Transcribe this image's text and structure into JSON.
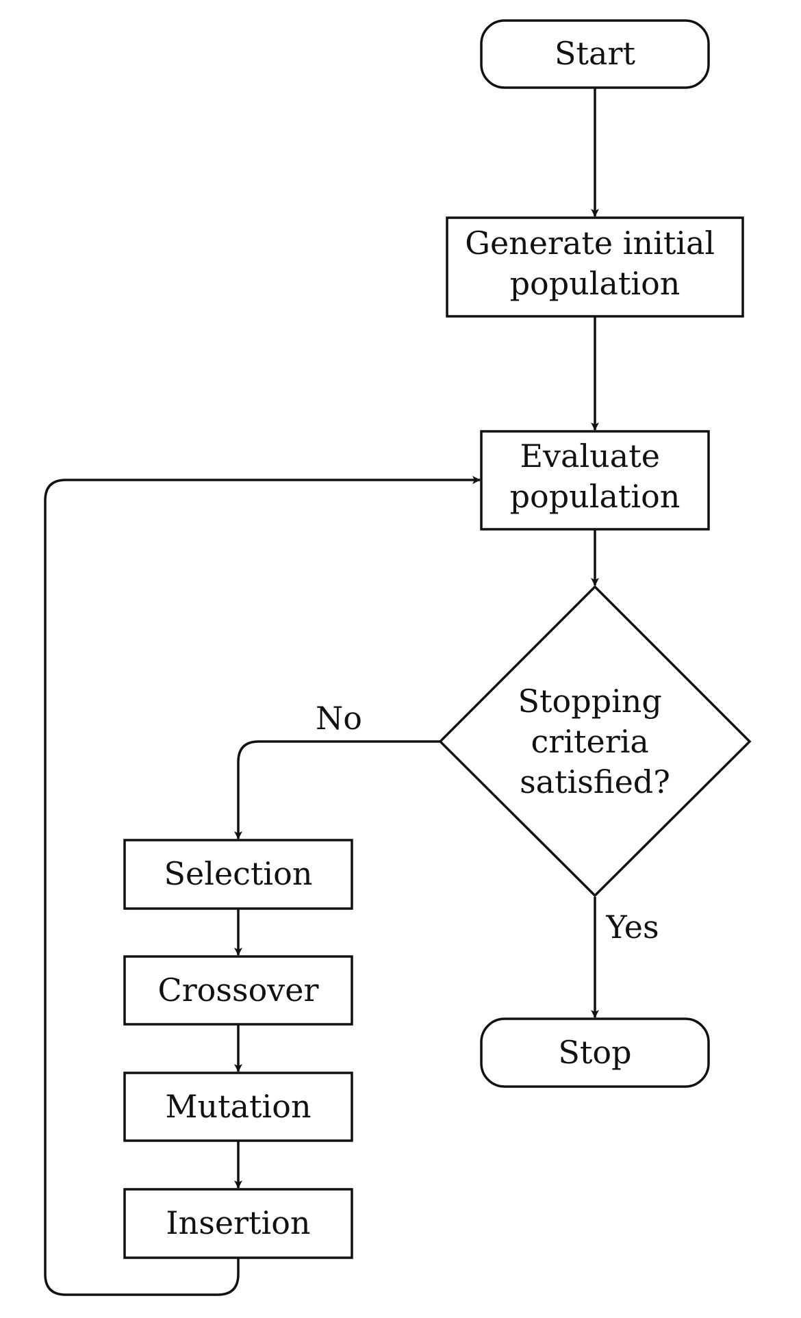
{
  "diagram": {
    "nodes": {
      "start": {
        "lines": [
          "Start"
        ]
      },
      "generate": {
        "lines": [
          "Generate initial",
          "population"
        ]
      },
      "evaluate": {
        "lines": [
          "Evaluate",
          "population"
        ]
      },
      "decision": {
        "lines": [
          "Stopping",
          "criteria",
          "satisfied?"
        ]
      },
      "selection": {
        "lines": [
          "Selection"
        ]
      },
      "crossover": {
        "lines": [
          "Crossover"
        ]
      },
      "mutation": {
        "lines": [
          "Mutation"
        ]
      },
      "insertion": {
        "lines": [
          "Insertion"
        ]
      },
      "stop": {
        "lines": [
          "Stop"
        ]
      }
    },
    "edge_labels": {
      "no": "No",
      "yes": "Yes"
    }
  }
}
